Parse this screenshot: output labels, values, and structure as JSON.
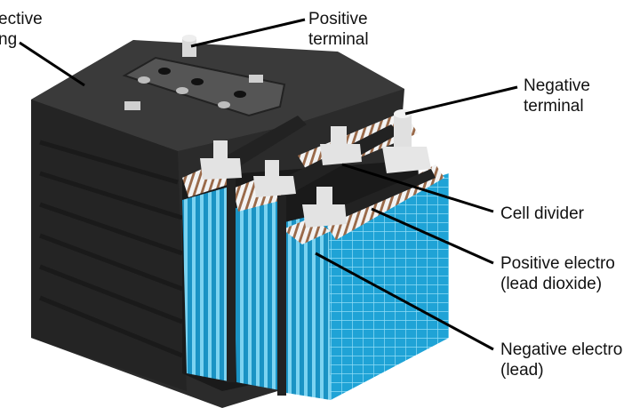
{
  "labels": {
    "protective_casing": {
      "line1": "ective",
      "line2": "ng"
    },
    "positive_terminal": {
      "line1": "Positive",
      "line2": "terminal"
    },
    "negative_terminal": {
      "line1": "Negative",
      "line2": "terminal"
    },
    "cell_divider": {
      "line1": "Cell divider"
    },
    "positive_electrode": {
      "line1": "Positive electro",
      "line2": "(lead dioxide)"
    },
    "negative_electrode": {
      "line1": "Negative electro",
      "line2": "(lead)"
    }
  },
  "colors": {
    "casing": "#2b2b2b",
    "casing_dark": "#1c1c1c",
    "electrolyte": "#1fa3d6",
    "electrolyte_light": "#6fd0f2",
    "terminal": "#e6e6e6",
    "positive_plate": "#9a6a4a",
    "leader_line": "#000000"
  }
}
